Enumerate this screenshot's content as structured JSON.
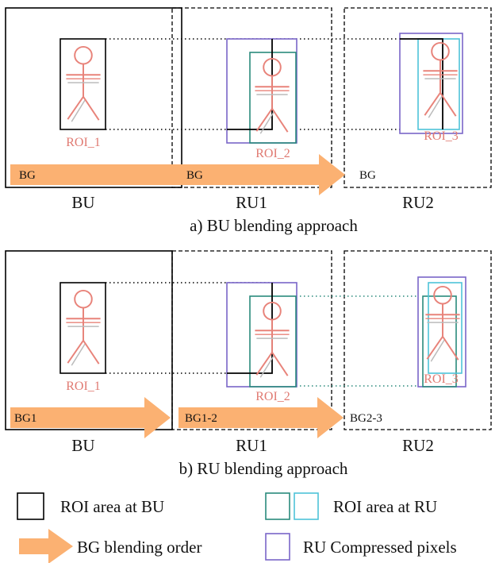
{
  "colors": {
    "frame": "#000000",
    "arrow": "#fbb172",
    "person": "#e8837a",
    "roi_text": "#e07a72",
    "roi_ru_teal": "#2a8a7c",
    "roi_ru_cyan": "#4ec3d8",
    "compressed": "#7a66c8",
    "dotted_black": "#000000",
    "dotted_teal": "#2a8a7c"
  },
  "panel_a": {
    "caption": "a) BU blending approach",
    "columns": [
      "BU",
      "RU1",
      "RU2"
    ],
    "roi_labels": [
      "ROI_1",
      "ROI_2",
      "ROI_3"
    ],
    "bg_labels": [
      "BG",
      "BG",
      "BG"
    ]
  },
  "panel_b": {
    "caption": "b) RU blending approach",
    "columns": [
      "BU",
      "RU1",
      "RU2"
    ],
    "roi_labels": [
      "ROI_1",
      "ROI_2",
      "ROI_3"
    ],
    "bg_labels": [
      "BG1",
      "BG1-2",
      "BG2-3"
    ]
  },
  "legend": {
    "roi_bu": "ROI area at BU",
    "roi_ru": "ROI area at RU",
    "bg_order": "BG blending order",
    "compressed": "RU Compressed pixels"
  }
}
